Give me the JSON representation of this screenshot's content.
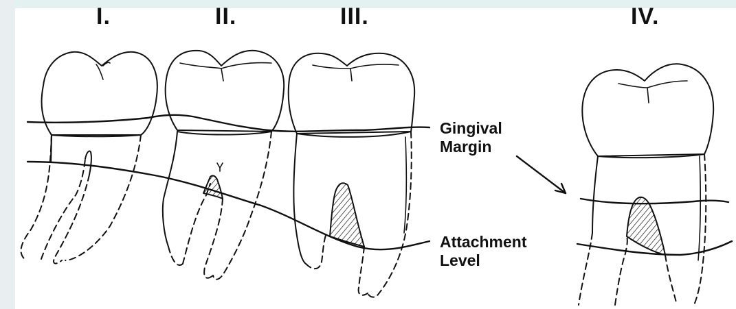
{
  "stages": [
    {
      "numeral": "I."
    },
    {
      "numeral": "II."
    },
    {
      "numeral": "III."
    },
    {
      "numeral": "IV."
    }
  ],
  "labels": {
    "gingival_margin_line1": "Gingival",
    "gingival_margin_line2": "Margin",
    "attachment_level_line1": "Attachment",
    "attachment_level_line2": "Level"
  },
  "colors": {
    "ink": "#111111",
    "slide_band": "#e3f1f1",
    "slide_strip": "#e9eff0"
  }
}
